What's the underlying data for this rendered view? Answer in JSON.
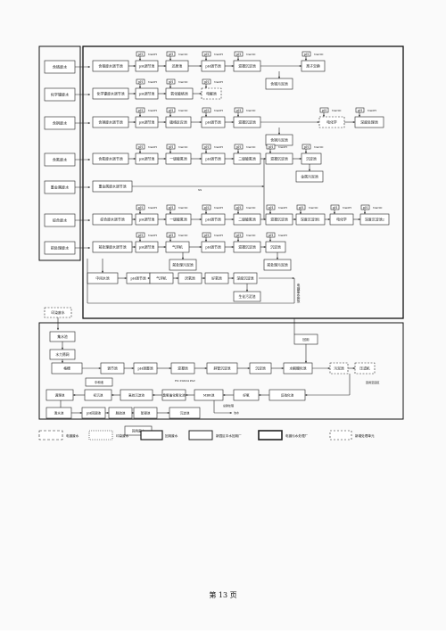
{
  "page_number": "第 13 页",
  "sources": [
    "含铬废水",
    "化学镍废水",
    "含铜废水",
    "含氰废水",
    "重金属废水",
    "综合废水",
    "前处理废水"
  ],
  "legend": [
    "电镀废水",
    "印染废水",
    "回用废水",
    "新园区中水回用厂",
    "电镀污水处理厂",
    "新增处理单元"
  ],
  "upper": {
    "row1": [
      "含铬废水调节池",
      "pH调节池",
      "还原池",
      "pH调节池",
      "混凝沉淀池",
      "含铬污泥池",
      "离子交换"
    ],
    "row2": [
      "化学镍废水调节池",
      "pH调节池",
      "氧化破络池",
      "电解池"
    ],
    "row3": [
      "含铜废水调节池",
      "pH调节池",
      "破络反应池",
      "pH调节池",
      "混凝沉淀池",
      "含铜污泥池",
      "电化学",
      "深度处理池"
    ],
    "row4": [
      "含氰废水调节池",
      "pH调节池",
      "一级破氰池",
      "pH调节池",
      "二级破氰池",
      "混凝沉淀池",
      "沉淀池",
      "金属污泥池"
    ],
    "row5": [
      "重金属废水调节池"
    ],
    "row6": [
      "综合废水调节池",
      "pH调节池",
      "一级破氰池",
      "pH调节池",
      "二级破氰池",
      "混凝沉淀池",
      "深度沉淀池1",
      "电化学",
      "深度沉淀池2"
    ],
    "row7": [
      "前处理废水调节池",
      "pH调节池",
      "气浮机",
      "pH调节池",
      "混凝沉淀池",
      "沉淀池",
      "前处理污泥池",
      "前处理污泥池"
    ],
    "row8": [
      "中间水池",
      "pH调节池",
      "气浮机",
      "厌氧池",
      "好氧池",
      "深度沉淀池",
      "生化污泥池",
      "电镀废水排放"
    ]
  },
  "chemicals": {
    "naoh": "NaOH",
    "nahso3": "NaHSO3",
    "pac": "PAC",
    "pam": "PAM",
    "naclo": "NaClO",
    "h2o2": "H2O2",
    "orp": "ORP",
    "ph": "pH",
    "h2so4": "H2SO4"
  },
  "lower": {
    "dyeing_source": "印染废水",
    "collection": "集水池",
    "lift_pump": "水力筛网",
    "boxes": [
      "格栅",
      "调节池",
      "pH调整池",
      "混凝池",
      "斜管沉淀池",
      "沉淀池",
      "水解酸化池",
      "污泥池",
      "压滤机",
      "调理池",
      "初沉池",
      "高效沉淀池",
      "臭氧催化氧化池",
      "MBR池",
      "好氧",
      "反硝化池",
      "清水池",
      "pH回调池",
      "脱硫池",
      "絮凝池",
      "沉淀池",
      "回用",
      "回用废水",
      "中和池",
      "厂区回用"
    ],
    "notes": [
      "H2 ZnSO4 PAC",
      "回用至园区",
      "总磷处理",
      "浓水"
    ]
  }
}
